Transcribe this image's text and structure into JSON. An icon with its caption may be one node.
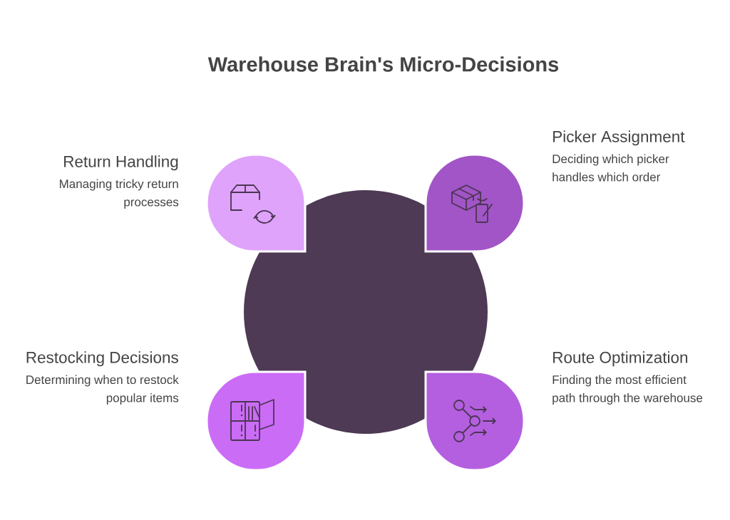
{
  "diagram": {
    "title": "Warehouse Brain's Micro-Decisions",
    "nodes": [
      {
        "text": [],
        "shape": "circle"
      },
      {
        "text": [
          "Return Handling",
          "Managing tricky return processes"
        ]
      },
      {
        "text": [
          "Picker Assignment",
          "Deciding which picker handles which order"
        ]
      },
      {
        "text": [
          "Restocking Decisions",
          "Determining when to restock popular items"
        ]
      },
      {
        "text": [
          "Route Optimization",
          "Finding the most efficient path through the warehouse"
        ]
      }
    ]
  }
}
